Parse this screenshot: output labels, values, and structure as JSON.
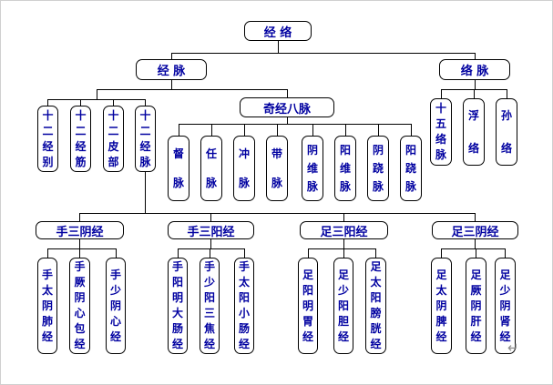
{
  "colors": {
    "node_text": "#0000a0",
    "line": "#000000",
    "canvas_bg": "#ffffff",
    "frame": "#d0d0d0",
    "pmark": "#8c8c8c"
  },
  "diagram": {
    "root": "经 络",
    "branches": {
      "jingmai": "经 脉",
      "luomai": "络 脉"
    },
    "jingmai_children": [
      "十二经别",
      "十二经筋",
      "十二皮部",
      "十二经脉"
    ],
    "qijingbamai": "奇经八脉",
    "eight_vessels": [
      "督脉",
      "任脉",
      "冲脉",
      "带脉",
      "阴维脉",
      "阳维脉",
      "阴跷脉",
      "阳跷脉"
    ],
    "luomai_children": [
      "十五络脉",
      "浮络",
      "孙络"
    ],
    "groups": [
      {
        "label": "手三阴经",
        "children": [
          "手太阴肺经",
          "手厥阴心包经",
          "手少阴心经"
        ]
      },
      {
        "label": "手三阳经",
        "children": [
          "手阳明大肠经",
          "手少阳三焦经",
          "手太阳小肠经"
        ]
      },
      {
        "label": "足三阳经",
        "children": [
          "足阳明胃经",
          "足少阳胆经",
          "足太阳膀胱经"
        ]
      },
      {
        "label": "足三阴经",
        "children": [
          "足太阴脾经",
          "足厥阴肝经",
          "足少阴肾经"
        ]
      }
    ]
  },
  "paragraph_mark": "↵"
}
